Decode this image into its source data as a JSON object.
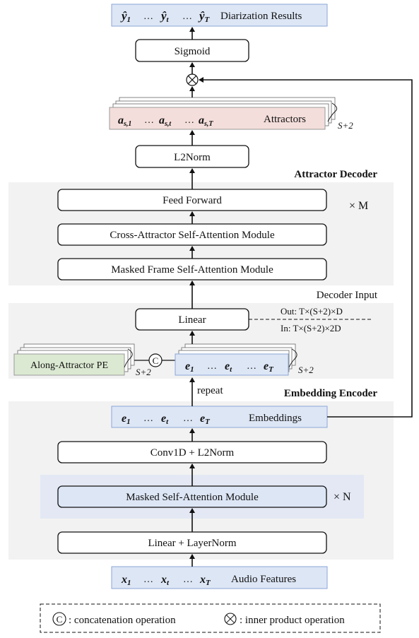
{
  "output": {
    "symbols": [
      "ŷ",
      "…",
      "ŷ",
      "…",
      "ŷ"
    ],
    "subs": [
      "1",
      "t",
      "T"
    ],
    "label": "Diarization Results"
  },
  "sigmoid": "Sigmoid",
  "attractors": {
    "a": "a",
    "subs": [
      "s,1",
      "s,t",
      "s,T"
    ],
    "dots": "…",
    "label": "Attractors",
    "stack": "S+2"
  },
  "l2norm": "L2Norm",
  "decoder": {
    "title": "Attractor Decoder",
    "feed_forward": "Feed Forward",
    "cross_attn": "Cross-Attractor Self-Attention Module",
    "masked_frame": "Masked Frame Self-Attention Module",
    "repeat_m": "× M",
    "input_label": "Decoder Input",
    "linear": "Linear",
    "out_dim": "Out: T×(S+2)×D",
    "in_dim": "In: T×(S+2)×2D",
    "pe": "Along-Attractor PE",
    "pe_stack": "S+2",
    "concat": "C",
    "emb_stack": "S+2"
  },
  "embed_vec": {
    "e": "e",
    "subs": [
      "1",
      "t",
      "T"
    ],
    "dots": "…"
  },
  "repeat": "repeat",
  "encoder": {
    "title": "Embedding Encoder",
    "embeddings": "Embeddings",
    "conv": "Conv1D + L2Norm",
    "masked_self": "Masked Self-Attention Module",
    "repeat_n": "× N",
    "linear_ln": "Linear + LayerNorm"
  },
  "input": {
    "x": "x",
    "subs": [
      "1",
      "t",
      "T"
    ],
    "dots": "…",
    "label": "Audio Features"
  },
  "legend": {
    "concat_symbol": "C",
    "concat_label": ": concatenation operation",
    "inner_symbol": "⊗",
    "inner_label": ": inner product operation"
  },
  "colors": {
    "blue_fill": "#dde6f5",
    "blue_stroke": "#8aa6d6",
    "pink_fill": "#f4dedb",
    "green_fill": "#dce9d2",
    "panel": "#f2f2f2",
    "shade": "#e3e8f4"
  }
}
